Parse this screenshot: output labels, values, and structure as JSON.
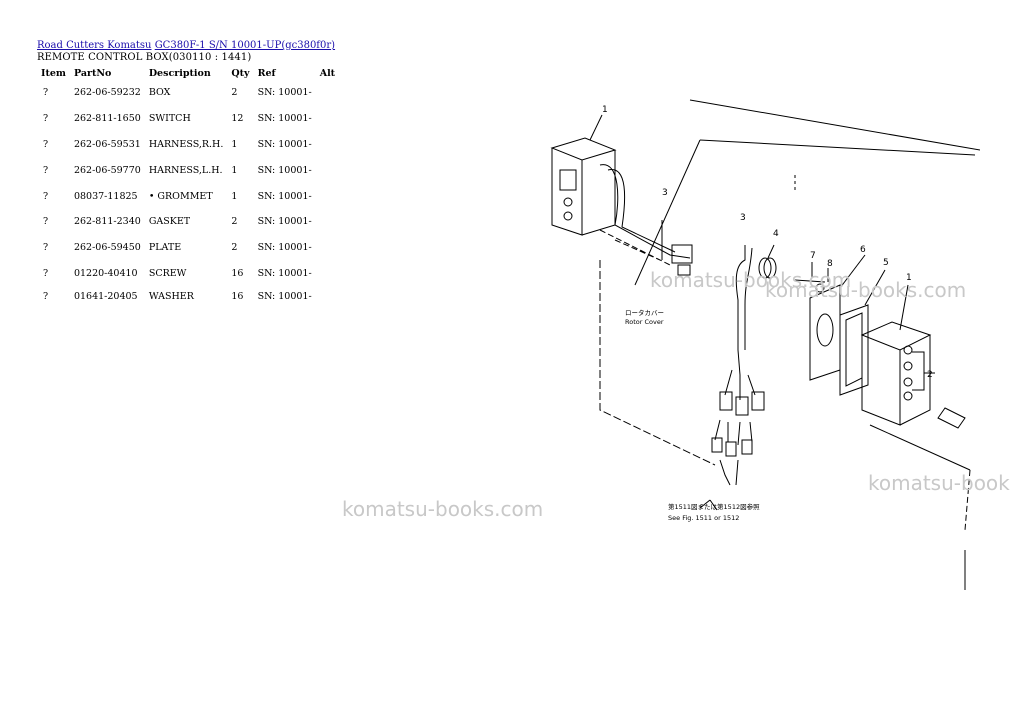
{
  "breadcrumb": {
    "link1": "Road Cutters Komatsu",
    "link2": "GC380F-1 S/N 10001-UP(gc380f0r)"
  },
  "subtitle": "REMOTE CONTROL BOX(030110 : 1441)",
  "table": {
    "headers": [
      "Item",
      "PartNo",
      "Description",
      "Qty",
      "Ref",
      "Alt"
    ],
    "rows": [
      {
        "item": "?",
        "part_no": "262-06-59232",
        "description": "BOX",
        "qty": "2",
        "ref": "SN: 10001-",
        "alt": ""
      },
      {
        "item": "?",
        "part_no": "262-811-1650",
        "description": "SWITCH",
        "qty": "12",
        "ref": "SN: 10001-",
        "alt": ""
      },
      {
        "item": "?",
        "part_no": "262-06-59531",
        "description": "HARNESS,R.H.",
        "qty": "1",
        "ref": "SN: 10001-",
        "alt": ""
      },
      {
        "item": "?",
        "part_no": "262-06-59770",
        "description": "HARNESS,L.H.",
        "qty": "1",
        "ref": "SN: 10001-",
        "alt": ""
      },
      {
        "item": "?",
        "part_no": "08037-11825",
        "description": "• GROMMET",
        "qty": "1",
        "ref": "SN: 10001-",
        "alt": ""
      },
      {
        "item": "?",
        "part_no": "262-811-2340",
        "description": "GASKET",
        "qty": "2",
        "ref": "SN: 10001-",
        "alt": ""
      },
      {
        "item": "?",
        "part_no": "262-06-59450",
        "description": "PLATE",
        "qty": "2",
        "ref": "SN: 10001-",
        "alt": ""
      },
      {
        "item": "?",
        "part_no": "01220-40410",
        "description": "SCREW",
        "qty": "16",
        "ref": "SN: 10001-",
        "alt": ""
      },
      {
        "item": "?",
        "part_no": "01641-20405",
        "description": "WASHER",
        "qty": "16",
        "ref": "SN: 10001-",
        "alt": ""
      }
    ]
  },
  "watermarks": [
    "komatsu-books.com",
    "komatsu-books.com",
    "komatsu-books.com",
    "komatsu-book"
  ],
  "diagram": {
    "callouts": [
      "1",
      "2",
      "3",
      "3",
      "4",
      "5",
      "6",
      "7",
      "8",
      "1"
    ],
    "rotor_cover_jp": "ロータカバー",
    "rotor_cover_en": "Rotor Cover",
    "see_fig_jp": "第1511図または第1512図参照",
    "see_fig_en": "See Fig. 1511 or 1512"
  }
}
